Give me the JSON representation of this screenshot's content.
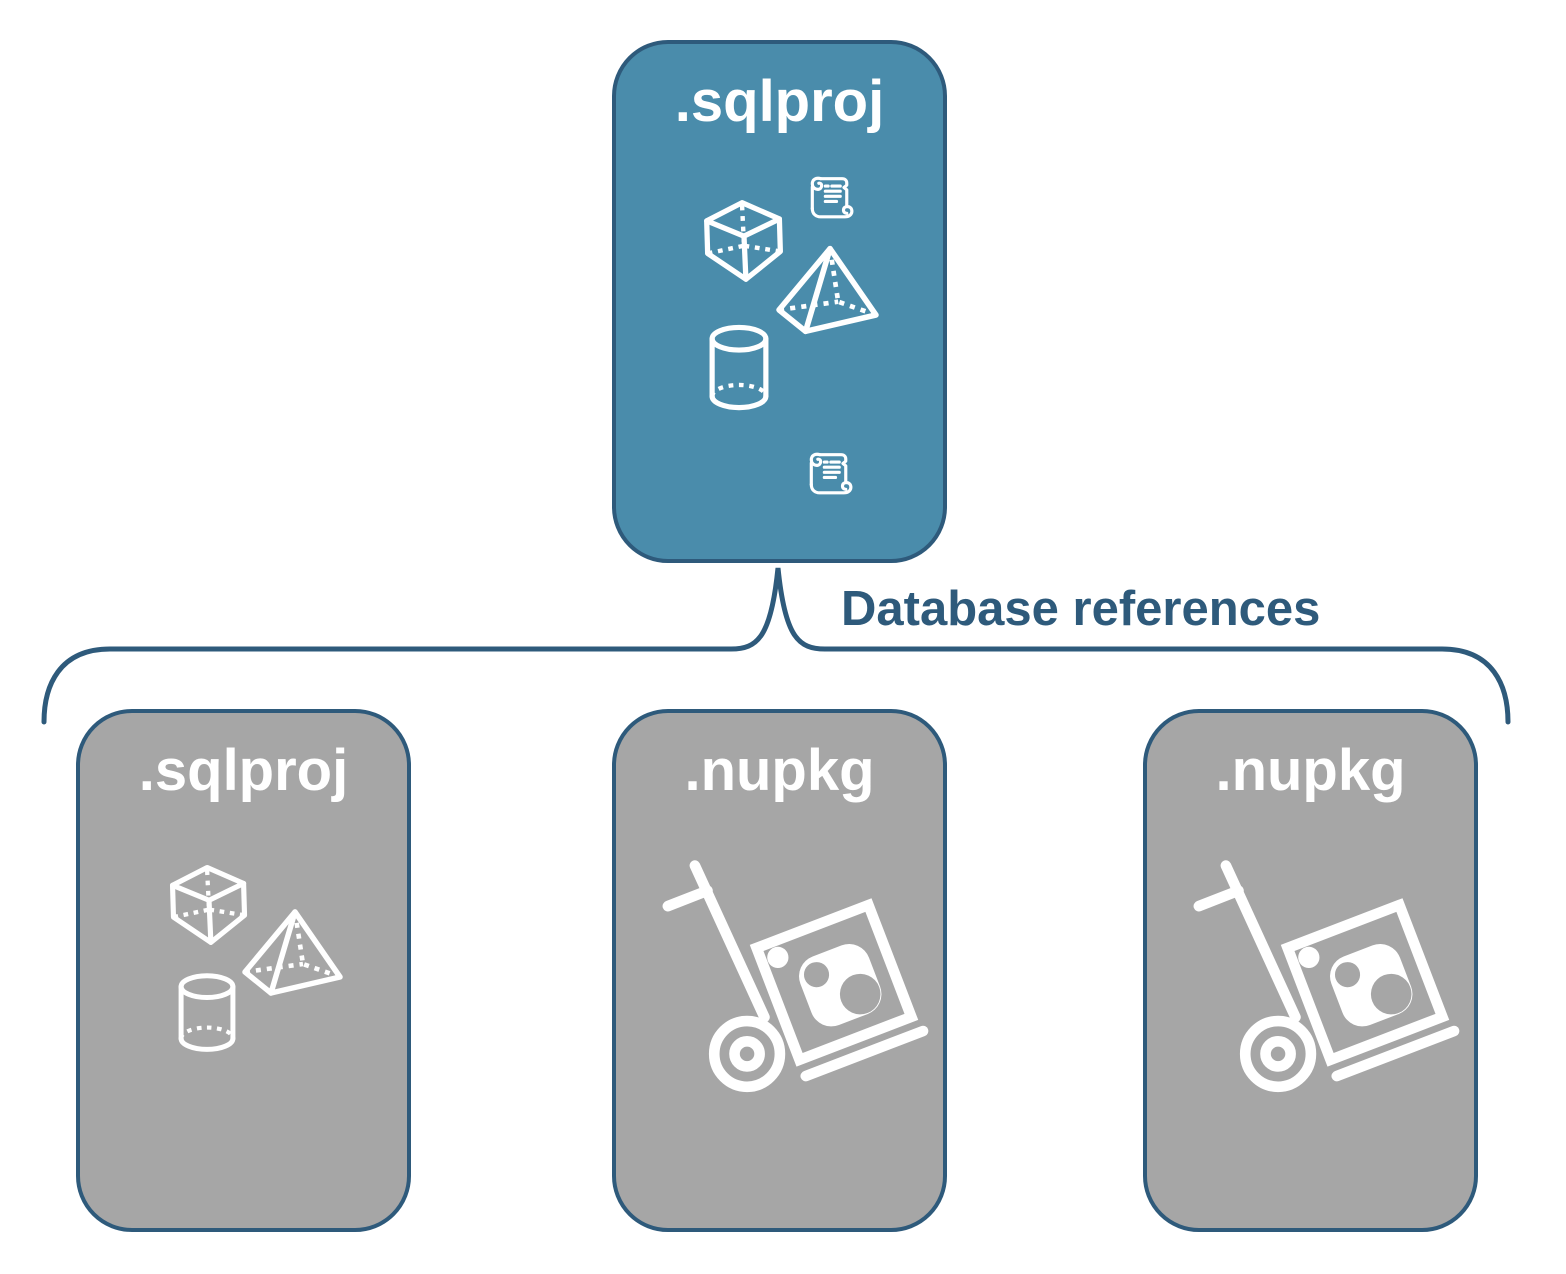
{
  "diagram": {
    "root": {
      "label": ".sqlproj",
      "type": "sql-project"
    },
    "edge_label": "Database references",
    "children": [
      {
        "label": ".sqlproj",
        "type": "sql-project"
      },
      {
        "label": ".nupkg",
        "type": "nuget-package"
      },
      {
        "label": ".nupkg",
        "type": "nuget-package"
      }
    ],
    "colors": {
      "root_fill": "#4a8cab",
      "child_fill": "#a6a6a6",
      "outline": "#2e5a7b",
      "edge_label_color": "#2e5a7b",
      "icon_color": "#ffffff",
      "bg": "#ffffff"
    }
  }
}
